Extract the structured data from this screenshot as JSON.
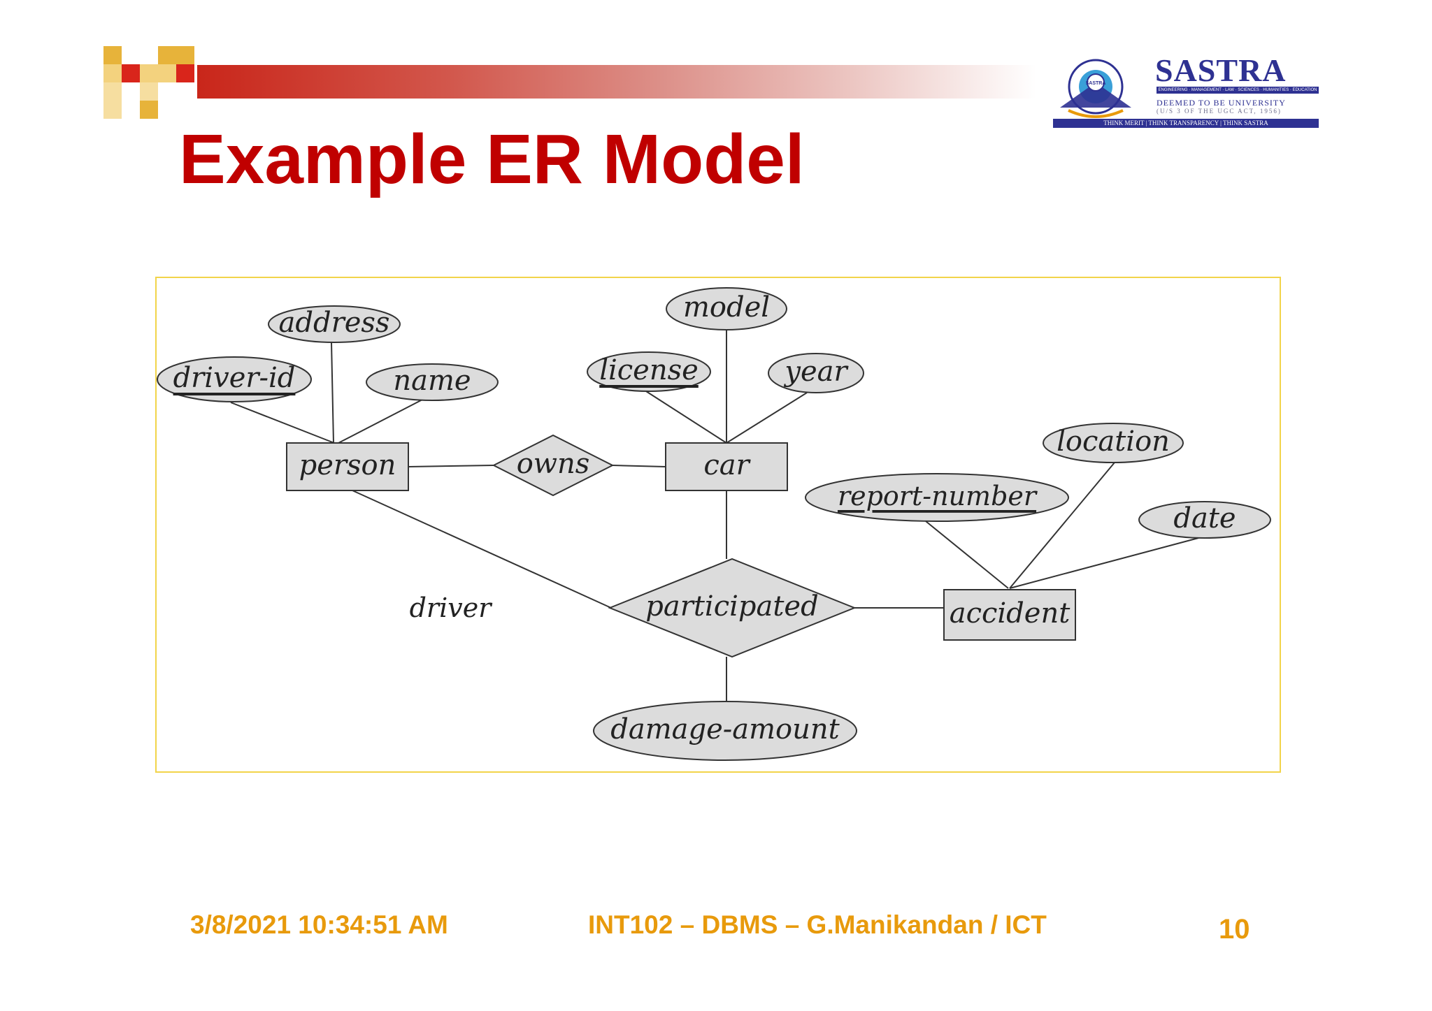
{
  "slide": {
    "title": "Example ER Model",
    "footer": {
      "datetime": "3/8/2021 10:34:51 AM",
      "course": "INT102 – DBMS – G.Manikandan / ICT",
      "page_number": "10"
    },
    "logo": {
      "name": "SASTRA",
      "tagline_small": "ENGINEERING · MANAGEMENT · LAW · SCIENCES · HUMANITIES · EDUCATION",
      "deemed": "DEEMED TO BE UNIVERSITY",
      "act": "(U/S 3 OF THE UGC ACT, 1956)",
      "band": "THINK MERIT | THINK TRANSPARENCY | THINK SASTRA",
      "seal_text": "SASTRA"
    },
    "colors": {
      "title": "#c00000",
      "footer": "#e89a0c",
      "frame_border": "#f2d44a",
      "logo_blue": "#2e3192",
      "shape_fill": "#dcdcdc"
    }
  },
  "diagram": {
    "entities": [
      {
        "id": "person",
        "label": "person"
      },
      {
        "id": "car",
        "label": "car"
      },
      {
        "id": "accident",
        "label": "accident"
      }
    ],
    "relationships": [
      {
        "id": "owns",
        "label": "owns"
      },
      {
        "id": "participated",
        "label": "participated"
      }
    ],
    "attributes": [
      {
        "id": "address",
        "label": "address",
        "key": false
      },
      {
        "id": "driver-id",
        "label": "driver-id",
        "key": true
      },
      {
        "id": "name",
        "label": "name",
        "key": false
      },
      {
        "id": "model",
        "label": "model",
        "key": false
      },
      {
        "id": "license",
        "label": "license",
        "key": true
      },
      {
        "id": "year",
        "label": "year",
        "key": false
      },
      {
        "id": "location",
        "label": "location",
        "key": false
      },
      {
        "id": "report-number",
        "label": "report-number",
        "key": true
      },
      {
        "id": "date",
        "label": "date",
        "key": false
      },
      {
        "id": "damage-amount",
        "label": "damage-amount",
        "key": false
      }
    ],
    "role_labels": [
      {
        "id": "driver",
        "label": "driver"
      }
    ],
    "edges": [
      [
        "driver-id",
        "person"
      ],
      [
        "address",
        "person"
      ],
      [
        "name",
        "person"
      ],
      [
        "person",
        "owns"
      ],
      [
        "owns",
        "car"
      ],
      [
        "license",
        "car"
      ],
      [
        "model",
        "car"
      ],
      [
        "year",
        "car"
      ],
      [
        "person",
        "participated"
      ],
      [
        "car",
        "participated"
      ],
      [
        "participated",
        "accident"
      ],
      [
        "participated",
        "damage-amount"
      ],
      [
        "report-number",
        "accident"
      ],
      [
        "location",
        "accident"
      ],
      [
        "date",
        "accident"
      ]
    ]
  }
}
